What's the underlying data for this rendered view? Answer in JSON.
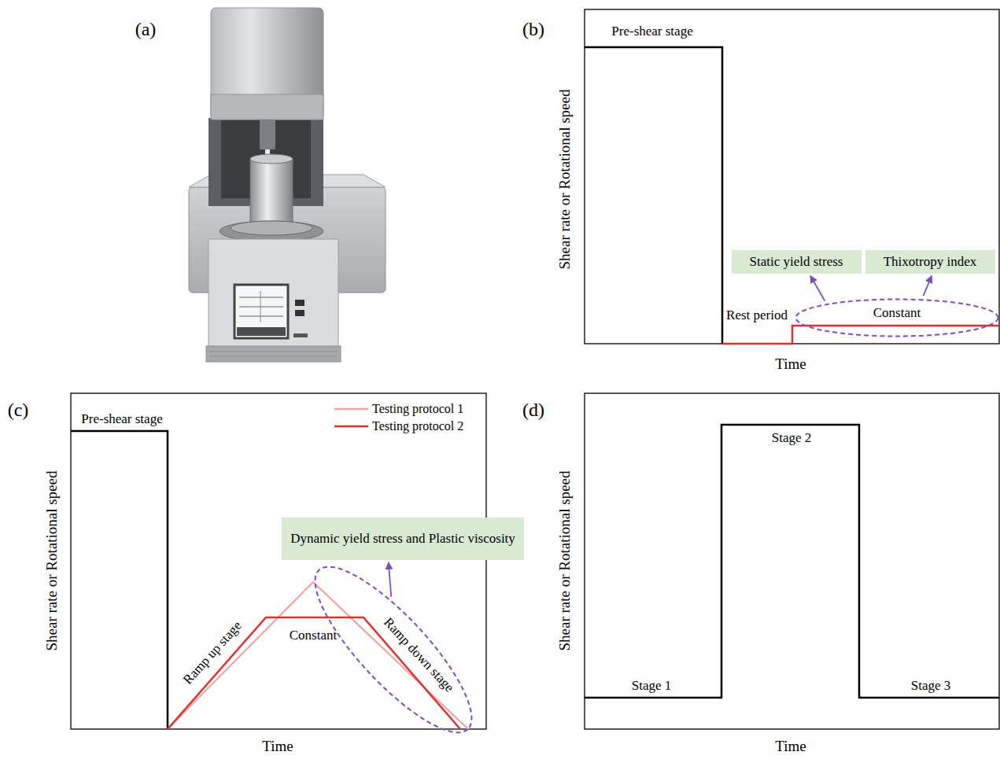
{
  "diagram": {
    "nodes": [
      {
        "text": [
          "Static yield stress"
        ]
      },
      {
        "text": [
          "Thixotropy index"
        ]
      },
      {
        "text": [
          "Constant"
        ]
      },
      {
        "text": [
          "Dynamic yield stress and Plastic viscosity"
        ]
      },
      {
        "text": [
          "Ramp down stage"
        ]
      }
    ],
    "edges": [
      {
        "from": 2,
        "to": 0,
        "arrow": "to"
      },
      {
        "from": 2,
        "to": 1,
        "arrow": "to"
      },
      {
        "from": 4,
        "to": 3,
        "arrow": "to"
      }
    ],
    "labels": [
      "(a)",
      "(b)",
      "Pre-shear stage",
      "Rest period",
      "Shear rate or Rotational speed",
      "Time",
      "(c)",
      "Pre-shear stage",
      "Ramp up stage",
      "Constant",
      "Shear rate or Rotational speed",
      "Time",
      "(d)",
      "Stage 1",
      "Stage 2",
      "Stage 3",
      "Shear rate or Rotational speed",
      "Time"
    ],
    "legend": [
      {
        "text": "Testing protocol 1"
      },
      {
        "text": "Testing protocol 2"
      }
    ]
  }
}
